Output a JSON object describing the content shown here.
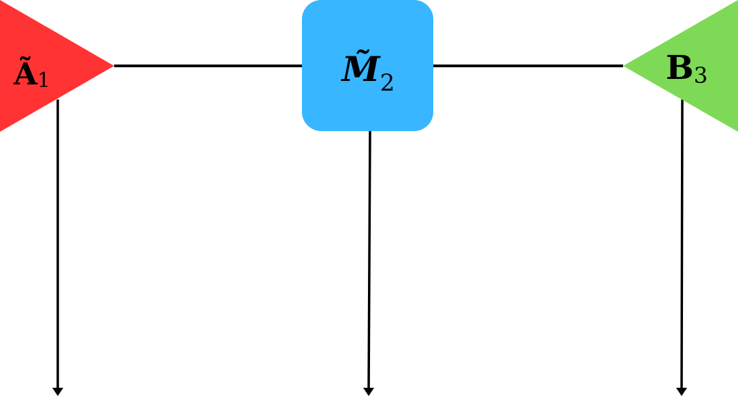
{
  "nodes": {
    "left": {
      "label_main": "Ã",
      "label_sub": "1",
      "color": "#ff3333",
      "shape": "triangle-right"
    },
    "center": {
      "label_main": "M̃",
      "label_sub": "2",
      "color": "#38b6ff",
      "shape": "rounded-square"
    },
    "right": {
      "label_main": "B",
      "label_sub": "3",
      "color": "#7ed957",
      "shape": "triangle-left"
    }
  },
  "edges": {
    "stroke_color": "#000000"
  }
}
